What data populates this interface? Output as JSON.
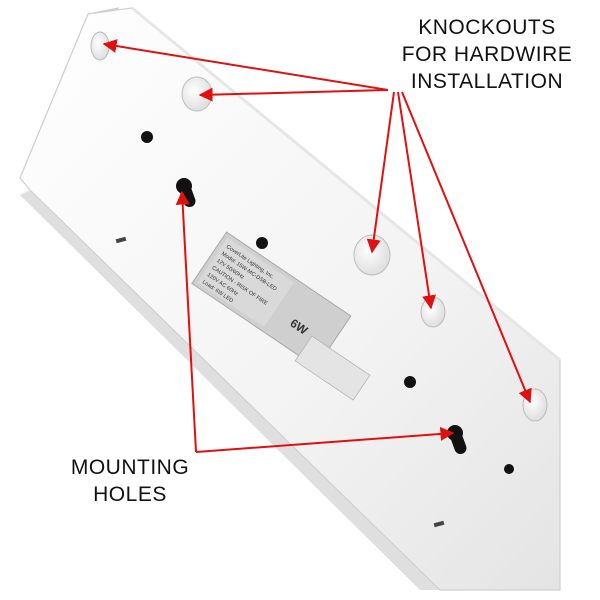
{
  "callouts": {
    "knockouts": [
      "KNOCKOUTS",
      "FOR HARDWIRE",
      "INSTALLATION"
    ],
    "mounting": [
      "MOUNTING",
      "HOLES"
    ]
  },
  "label_plate": {
    "lines": [
      "CoverLite Lighting, Inc.",
      "Model: 15W-MC-DSB-LED",
      "12V 50/60Hz",
      "CAUTION - RISK OF FIRE",
      "120V AC 60Hz",
      "Load: 6W LED"
    ],
    "wattage": "6W"
  },
  "colors": {
    "arrow": "#e01010",
    "housing": "#f2f2f2",
    "housing_shadow": "#d6d6d6",
    "hole": "#111111",
    "label": "#cfcfcf",
    "text": "#111111"
  }
}
